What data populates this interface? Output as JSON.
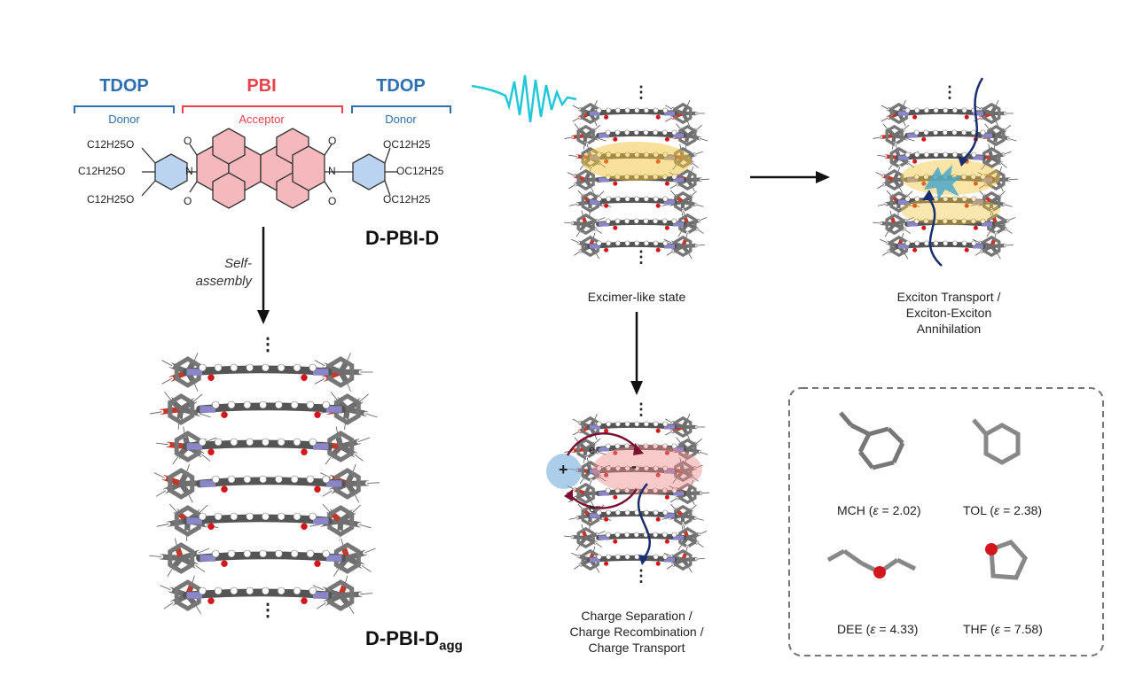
{
  "colors": {
    "donor": "#2e6fb0",
    "acceptor": "#e8424a",
    "acceptor_fill": "#f5b8bc",
    "donor_fill": "#b9d3f0",
    "exciton_glow": "#f3c43a",
    "charge_glow": "#f08a8a",
    "wave": "#22c8d8",
    "arrow": "#111111",
    "dark_blue_arrow": "#1a2f6b",
    "dark_red_arrow": "#7a1130"
  },
  "molecule": {
    "left_header": "TDOP",
    "left_sub": "Donor",
    "center_header": "PBI",
    "center_sub": "Acceptor",
    "right_header": "TDOP",
    "right_sub": "Donor",
    "left_substituents": [
      "C12H25O",
      "C12H25O",
      "C12H25O"
    ],
    "right_substituents": [
      "OC12H25",
      "OC12H25",
      "OC12H25"
    ],
    "oxygen": "O",
    "nitrogen": "N",
    "name": "D-PBI-D"
  },
  "self_assembly": {
    "line1": "Self-",
    "line2": "assembly"
  },
  "aggregate": {
    "name_main": "D-PBI-D",
    "name_sub": "agg",
    "ellipsis": "⋮"
  },
  "states": {
    "excimer": "Excimer-like state",
    "exciton_line1": "Exciton Transport /",
    "exciton_line2": "Exciton-Exciton",
    "exciton_line3": "Annihilation",
    "charge_line1": "Charge Separation /",
    "charge_line2": "Charge Recombination /",
    "charge_line3": "Charge Transport",
    "electron": "e⁻",
    "plus": "+",
    "minus": "-"
  },
  "solvents": [
    {
      "abbr": "MCH",
      "epsilon": "2.02"
    },
    {
      "abbr": "TOL",
      "epsilon": "2.38"
    },
    {
      "abbr": "DEE",
      "epsilon": "4.33"
    },
    {
      "abbr": "THF",
      "epsilon": "7.58"
    }
  ],
  "solvent_symbol": "ε",
  "ellipsis": "⋮"
}
